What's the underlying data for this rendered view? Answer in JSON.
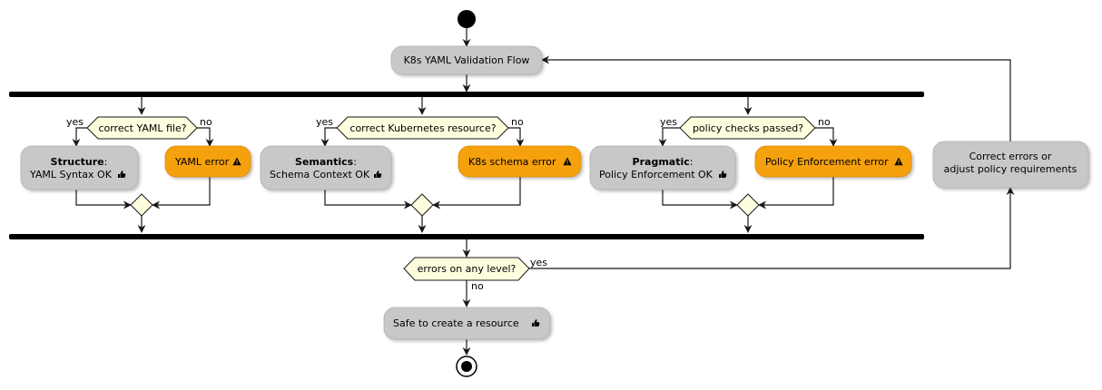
{
  "title": "K8s YAML Validation Flow",
  "colors": {
    "action": "#c8c8c8",
    "error": "#f5a011",
    "decision": "#fefdde",
    "line": "#181818"
  },
  "branches": [
    {
      "question": "correct YAML file?",
      "yes_label": "yes",
      "no_label": "no",
      "ok_heading": "Structure",
      "ok_detail": "YAML Syntax OK",
      "ok_icon": "thumbs-up",
      "error_text": "YAML error",
      "error_icon": "warning"
    },
    {
      "question": "correct Kubernetes resource?",
      "yes_label": "yes",
      "no_label": "no",
      "ok_heading": "Semantics",
      "ok_detail": "Schema Context OK",
      "ok_icon": "thumbs-up",
      "error_text": "K8s schema error",
      "error_icon": "warning"
    },
    {
      "question": "policy checks passed?",
      "yes_label": "yes",
      "no_label": "no",
      "ok_heading": "Pragmatic",
      "ok_detail": "Policy Enforcement OK",
      "ok_icon": "thumbs-up",
      "error_text": "Policy Enforcement error",
      "error_icon": "warning"
    }
  ],
  "final_check": {
    "question": "errors on any level?",
    "yes_label": "yes",
    "no_label": "no"
  },
  "correction": {
    "line1": "Correct errors or",
    "line2": "adjust policy requirements"
  },
  "safe": {
    "text": "Safe to create a resource",
    "icon": "thumbs-up"
  }
}
